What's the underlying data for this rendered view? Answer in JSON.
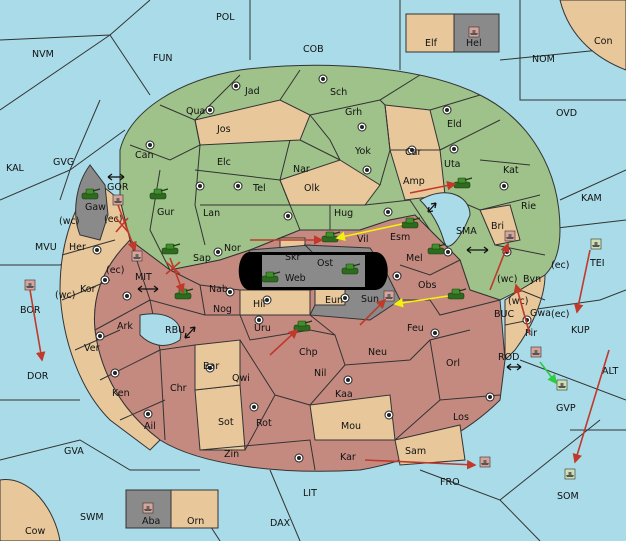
{
  "colors": {
    "sea": "#a9dbe8",
    "neutral": "#e8c79b",
    "green_power": "#9fc28a",
    "red_power": "#c48a80",
    "black_power": "#8a8a8a",
    "border": "#333333",
    "move_arrow": "#c0392b",
    "support_arrow": "#f2f20a",
    "convoy_arrow": "#2ecc40"
  },
  "icons": {
    "unit_army": "tank-icon",
    "unit_fleet": "ship-icon",
    "supply_center": "supply-center-dot-icon",
    "failed_order": "x-mark-icon",
    "bidirectional": "double-arrow-icon"
  },
  "sea_labels": {
    "pol": "POL",
    "nvm": "NVM",
    "fun": "FUN",
    "cob": "COB",
    "nom": "NOM",
    "kal": "KAL",
    "gvg": "GVG",
    "ovd": "OVD",
    "kam": "KAM",
    "gor": "GOR",
    "mvu": "MVU",
    "mit": "MIT",
    "bor": "BOR",
    "dor": "DOR",
    "rbu": "RBU",
    "sma": "SMA",
    "tei": "TEI",
    "kup": "KUP",
    "buc": "BUC",
    "rod": "ROD",
    "gvp": "GVP",
    "alt": "ALT",
    "gva": "GVA",
    "fro": "FRO",
    "som": "SOM",
    "lit": "LIT",
    "swm": "SWM",
    "dax": "DAX"
  },
  "land_labels": {
    "con": "Con",
    "cow": "Cow",
    "elf": "Elf",
    "hel": "Hel",
    "aba": "Aba",
    "orn": "Orn",
    "jad": "Jad",
    "sch": "Sch",
    "qua": "Qua",
    "jos": "Jos",
    "grh": "Grh",
    "eld": "Eld",
    "can": "Can",
    "elc": "Elc",
    "nar": "Nar",
    "yok": "Yok",
    "car": "Car",
    "uta": "Uta",
    "kat": "Kat",
    "gaw": "Gaw",
    "gur": "Gur",
    "tel": "Tel",
    "olk": "Olk",
    "amp": "Amp",
    "lan": "Lan",
    "hug": "Hug",
    "rie": "Rie",
    "bri": "Bri",
    "her": "Her",
    "nor": "Nor",
    "skr": "Skr",
    "vil": "Vil",
    "esm": "Esm",
    "kor": "Kor",
    "sap": "Sap",
    "ost": "Ost",
    "web": "Web",
    "mel": "Mel",
    "byn": "Byn",
    "nab": "Nab",
    "obs": "Obs",
    "hil": "Hil",
    "eun": "Eun",
    "sun": "Sun",
    "gwa": "Gwa",
    "ark": "Ark",
    "nog": "Nog",
    "pir": "Pir",
    "uru": "Uru",
    "feu": "Feu",
    "ver": "Ver",
    "chp": "Chp",
    "neu": "Neu",
    "orl": "Orl",
    "bar": "Bar",
    "qwi": "Qwi",
    "nil": "Nil",
    "ken": "Ken",
    "chr": "Chr",
    "kaa": "Kaa",
    "los": "Los",
    "sot": "Sot",
    "rot": "Rot",
    "mou": "Mou",
    "ail": "Ail",
    "zin": "Zin",
    "kar": "Kar",
    "sam": "Sam"
  },
  "coast_labels": {
    "wc1": "(wc)",
    "ec1": "(ec)",
    "ec2": "(ec)",
    "wc2": "(wc)",
    "ec3": "(ec)",
    "wc3": "(wc)",
    "ec4": "(ec)"
  }
}
